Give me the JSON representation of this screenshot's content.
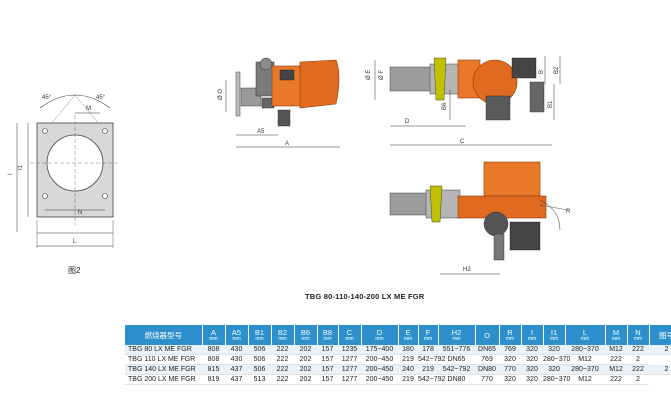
{
  "figure_label": "图2",
  "model_caption": "TBG 80-110-140-200 LX ME FGR",
  "flange_dims": {
    "angle_left": "45°",
    "angle_right": "45°",
    "M": "M",
    "N": "N",
    "I1": "I1",
    "I": "I",
    "L": "L"
  },
  "side_view_dims": {
    "A5": "A5",
    "A": "A",
    "D0": "Ø O"
  },
  "front_view_dims": {
    "D": "D",
    "C": "C",
    "E": "Ø E",
    "F": "Ø F",
    "B6": "B6",
    "B": "B",
    "B1": "B1",
    "B2": "B2"
  },
  "top_view_dims": {
    "R": "R",
    "H2": "H2"
  },
  "table": {
    "headers": [
      {
        "label": "燃烧器型号",
        "unit": ""
      },
      {
        "label": "A",
        "unit": "mm"
      },
      {
        "label": "A5",
        "unit": "mm"
      },
      {
        "label": "B1",
        "unit": "mm"
      },
      {
        "label": "B2",
        "unit": "mm"
      },
      {
        "label": "B6",
        "unit": "mm"
      },
      {
        "label": "B8",
        "unit": "mm"
      },
      {
        "label": "C",
        "unit": "mm"
      },
      {
        "label": "D",
        "unit": "mm"
      },
      {
        "label": "E",
        "unit": "mm"
      },
      {
        "label": "F",
        "unit": "mm"
      },
      {
        "label": "H2",
        "unit": "mm"
      },
      {
        "label": "O",
        "unit": ""
      },
      {
        "label": "R",
        "unit": "mm"
      },
      {
        "label": "I",
        "unit": "mm"
      },
      {
        "label": "I1",
        "unit": "mm"
      },
      {
        "label": "L",
        "unit": "mm"
      },
      {
        "label": "M",
        "unit": "mm"
      },
      {
        "label": "N",
        "unit": "mm"
      },
      {
        "label": "图号",
        "unit": ""
      }
    ],
    "rows": [
      [
        "TBG 80 LX ME FGR",
        "808",
        "430",
        "506",
        "222",
        "202",
        "157",
        "1235",
        "175~400",
        "180",
        "178",
        "551~776",
        "DN65",
        "769",
        "320",
        "320",
        "280~370",
        "M12",
        "222",
        "2"
      ],
      [
        "TBG 110 LX ME FGR",
        "808",
        "430",
        "506",
        "222",
        "202",
        "157",
        "1277",
        "200~450",
        "219",
        "542~792",
        "DN65",
        "769",
        "320",
        "320",
        "280~370",
        "M12",
        "222",
        "2"
      ],
      [
        "TBG 140 LX ME FGR",
        "815",
        "437",
        "506",
        "222",
        "202",
        "157",
        "1277",
        "200~450",
        "240",
        "219",
        "542~792",
        "DN80",
        "770",
        "320",
        "320",
        "280~370",
        "M12",
        "222",
        "2"
      ],
      [
        "TBG 200 LX ME FGR",
        "819",
        "437",
        "513",
        "222",
        "202",
        "157",
        "1277",
        "200~450",
        "219",
        "542~792",
        "DN80",
        "770",
        "320",
        "320",
        "280~370",
        "M12",
        "222",
        "2"
      ]
    ]
  }
}
